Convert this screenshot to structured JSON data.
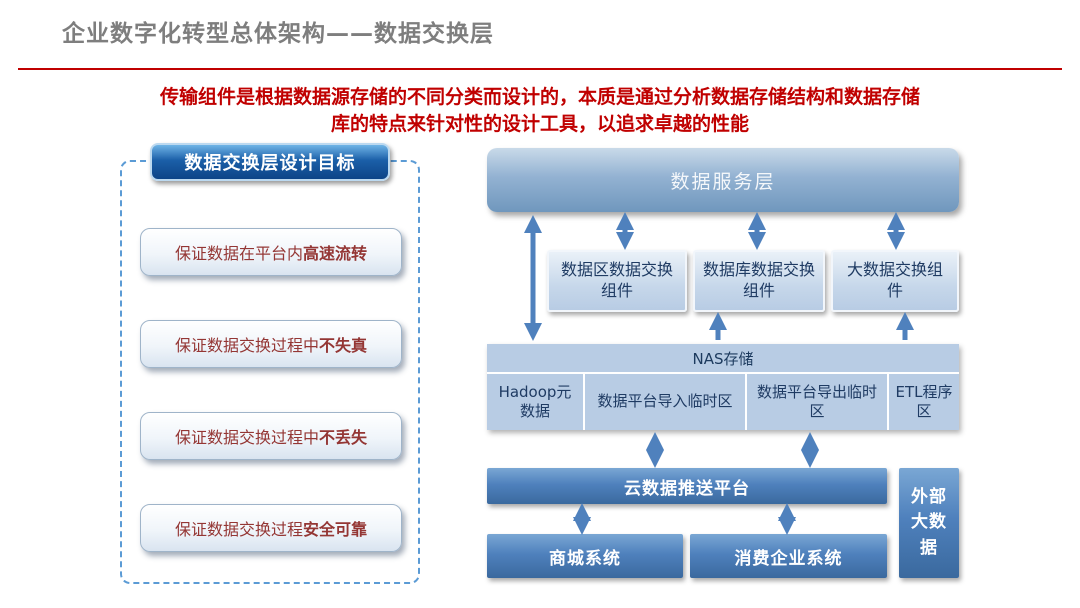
{
  "header": {
    "title": "企业数字化转型总体架构——数据交换层",
    "intro_line1": "传输组件是根据数据源存储的不同分类而设计的，本质是通过分析数据存储结构和数据存储",
    "intro_line2": "库的特点来针对性的设计工具，以追求卓越的性能"
  },
  "left_panel": {
    "header": "数据交换层设计目标",
    "goals": [
      {
        "prefix": "保证数据在平台内",
        "emphasis": "高速流转"
      },
      {
        "prefix": "保证数据交换过程中",
        "emphasis": "不失真"
      },
      {
        "prefix": "保证数据交换过程中",
        "emphasis": "不丢失"
      },
      {
        "prefix": "保证数据交换过程",
        "emphasis": "安全可靠"
      }
    ]
  },
  "diagram": {
    "service_layer": "数据服务层",
    "components": [
      "数据区数据交换组件",
      "数据库数据交换组件",
      "大数据交换组件"
    ],
    "nas_label": "NAS存储",
    "storage_cells": [
      "Hadoop元数据",
      "数据平台导入临时区",
      "数据平台导出临时区",
      "ETL程序区"
    ],
    "cloud_platform": "云数据推送平台",
    "systems": [
      "商城系统",
      "消费企业系统"
    ],
    "external_bigdata": "外部大数据"
  },
  "colors": {
    "accent_red": "#c00000",
    "title_gray": "#7e7e7e",
    "dark_red_text": "#943634",
    "primary_blue": "#4f81bd",
    "light_blue_fill": "#b8cce4",
    "dark_navy_text": "#1f3b63"
  }
}
